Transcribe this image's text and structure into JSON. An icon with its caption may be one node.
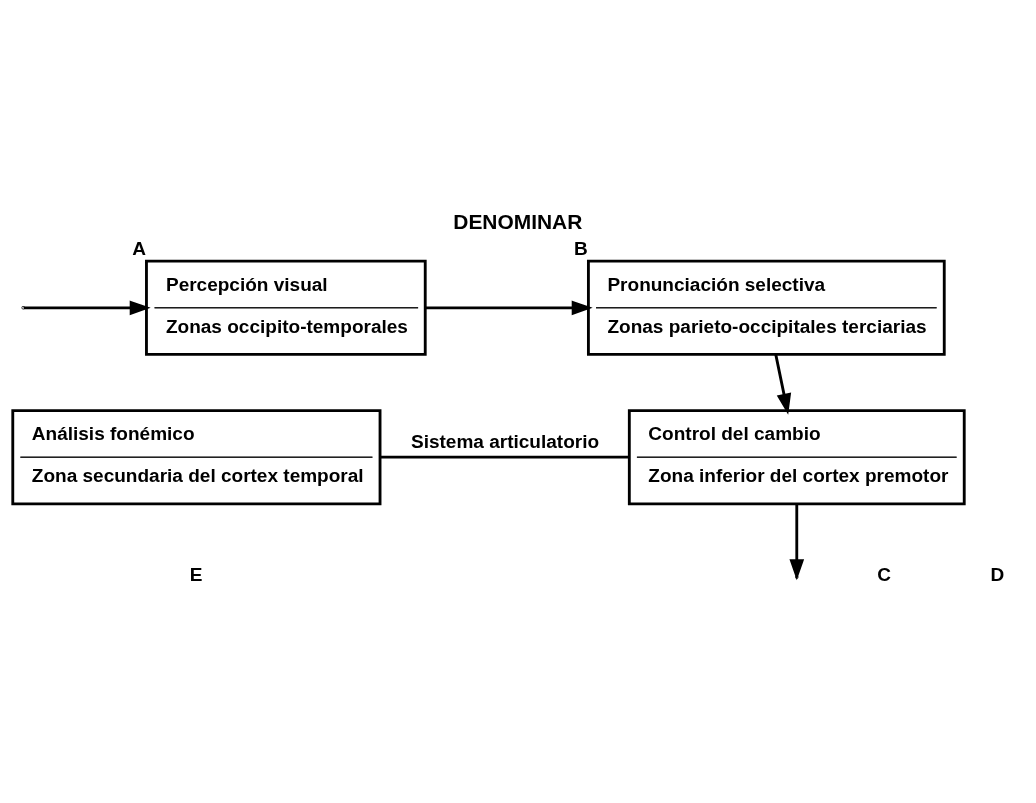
{
  "diagram": {
    "title": "DENOMINAR",
    "nodes": [
      {
        "text": [
          "Percepción visual",
          "Zonas occipito-temporales"
        ],
        "beside": [
          "A"
        ]
      },
      {
        "text": [
          "Pronunciación selectiva",
          "Zonas parieto-occipitales terciarias"
        ],
        "beside": [
          "B"
        ]
      },
      {
        "text": [
          "Análisis fonémico",
          "Zona secundaria del cortex temporal"
        ]
      },
      {
        "text": [
          "Control del cambio",
          "Zona inferior del cortex premotor"
        ]
      }
    ],
    "edges": [
      {
        "from": null,
        "to": 0,
        "arrow": "to"
      },
      {
        "from": 0,
        "to": 1,
        "arrow": "to"
      },
      {
        "from": 1,
        "to": 3,
        "arrow": "to"
      },
      {
        "from": 3,
        "to": null,
        "arrow": "to"
      },
      {
        "from": 2,
        "to": 3,
        "arrow": "none",
        "label": "Sistema articulatorio"
      }
    ],
    "labels": [
      "E",
      "C",
      "D"
    ]
  }
}
